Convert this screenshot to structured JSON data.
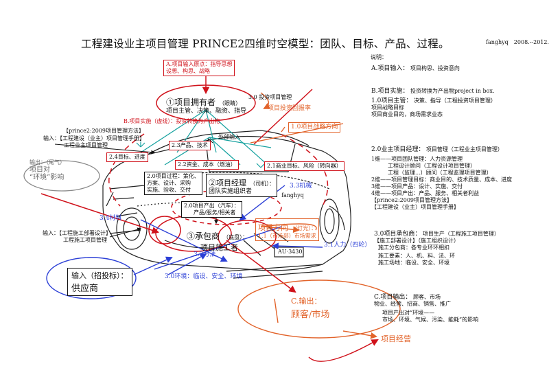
{
  "title": "工程建设业主项目管理 PRINCE2四维时空模型：团队、目标、产品、过程。",
  "author_date": "fanghyq　2008.--2012.",
  "center": {
    "input_origin": [
      "A.项目输入原点：指导思想",
      "设想、构思、战略"
    ],
    "owner_title": "①项目拥有者",
    "owner_title_note": "（眼睛）",
    "owner_sub": "项目主管、决策、融资、指导",
    "owner_side": "3.0 投资项目管理",
    "roi": "项目投资回报率",
    "b_impl": "B.项目实施（虚线）：投资转换为产出物",
    "prince_method": "【prince2:2009项目管理方法】",
    "input_owner": [
      "输入：【工程建设（业主）项目管理手册】",
      "工程业主项目管理"
    ],
    "strategy_dir": "1.0项目战略方向",
    "output_tail": [
      "输出：（尾气）",
      "项目对",
      "“环境”影响"
    ],
    "ext_input": "外部输入",
    "p23": "2.3产品、技术",
    "p24": "2.4目标、进度",
    "p22": "2.2资金、成本（燃油）",
    "p21": "2.1商业目标、风险（转向器）",
    "process_box": [
      "2.0项目过程：策化、",
      "方案、设计、采购",
      "实施、验收、交付"
    ],
    "pm_title": "②项目经理",
    "pm_title_note": "（司机）：",
    "pm_sub": "团队实施组织者",
    "machinery": "3.3机械",
    "fanghyq": "fanghyq",
    "output_box": [
      "2.0项目产出（汽车）：",
      "产品/服务/相关者"
    ],
    "materials": "3.4材料",
    "proj_dir": "项目方向",
    "proj_dir_note": "（灯光）：",
    "market_demand": "1.1（市场部）市场需求",
    "input_contractor": [
      "输入：【工程施工部署设计】",
      "工程施工项目管理"
    ],
    "contractor_title": "③承包商",
    "contractor_note": "（底盘）：",
    "contractor_sub": "项目施工者",
    "method": "3.2方法",
    "manpower": "3.1人力（四轮）",
    "supplier_input": "输入（招投标）：",
    "supplier": "供应商",
    "environment": "3.0环境：临设、安全、环境",
    "output_c": "C.输出：",
    "customer": "顾客/市场",
    "operation": "项目经营",
    "plate": "AU·3430"
  },
  "notes": {
    "label": "说明：",
    "a_head": "A.项目输入：",
    "a_body": "项目构思、投资意向",
    "b_head": "B.项目实施：",
    "b_body": "投资转换为产出物project in box.",
    "b1_head": "1.0项目主管：",
    "b1_body": "决策、指导（工程投资项目管理）",
    "b1_lines": [
      "项目战略目标",
      "项目商业目的，商场需求业态"
    ],
    "c20_head": "2.0业主项目经理：",
    "c20_body": "项目管理（工程业主项目管理）",
    "c20_lines": [
      "1维——项目团队管理：人力资源管理",
      "工程设计顾问（工程设计项目管理）",
      "工程（监理...）顾问（工程监理项目管理）",
      "2维——项目管理目标：商业目的、技术质量、成本、进度",
      "3维——项目产品：设计、实施、交付",
      "4维——项目产出：产品、服务、相关者利益",
      "【prince2:2009项目管理方法】",
      "【工程建设（业主）项目管理手册】"
    ],
    "c30_head": "3.0项目承包商：",
    "c30_body": "项目生产（工程施工项目管理）",
    "c30_lines": [
      "【施工部署设计】（施工组织设计）",
      "施工分包商：各专业环环相扣",
      "施工要素：人、机、料、法、环",
      "施工场地：临设、安全、环境"
    ],
    "cout_head": "C.项目输出：",
    "cout_body": "顾客、市场",
    "cout_lines": [
      "物业、经营、招商、销售、推广",
      "项目产出对“环境——",
      "市场、环境、气候、污染、能耗”的影响"
    ]
  },
  "colors": {
    "red": "#d0121b",
    "blue": "#2b3fd6",
    "orange": "#e2632a",
    "teal": "#17a2a0",
    "ink": "#111111"
  }
}
